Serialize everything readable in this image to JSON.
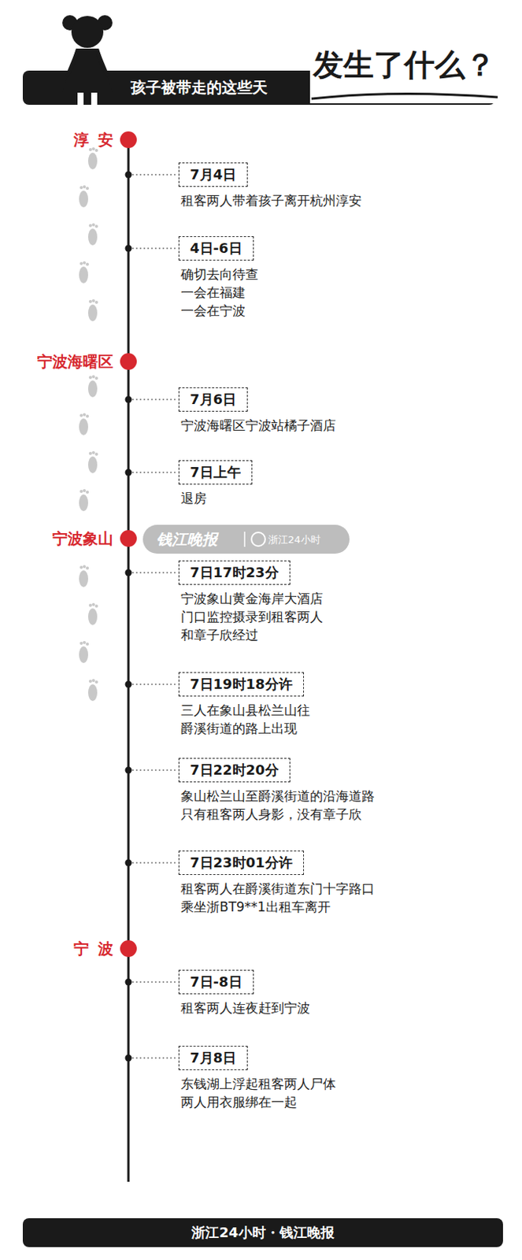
{
  "diagram": {
    "title": "孩子被带走的这些天",
    "caption": "浙江24小时・钱江晚报",
    "nodes": [
      {
        "text": [
          "7月4日",
          "租客两人带着孩子离开杭州淳安"
        ]
      },
      {
        "text": [
          "4日-6日",
          "确切去向待查 一会在福建 一会在宁波"
        ]
      },
      {
        "text": [
          "7月6日",
          "宁波海曙区宁波站橘子酒店"
        ]
      },
      {
        "text": [
          "7日上午",
          "退房"
        ]
      },
      {
        "text": [
          "7日17时23分",
          "宁波象山黄金海岸大酒店 门口监控摄录到租客两人 和章子欣经过"
        ]
      },
      {
        "text": [
          "7日19时18分许",
          "三人在象山县松兰山往 爵溪街道的路上出现"
        ]
      },
      {
        "text": [
          "7日22时20分",
          "象山松兰山至爵溪街道的沿海道路 只有租客两人身影，没有章子欣"
        ]
      },
      {
        "text": [
          "7日23时01分许",
          "租客两人在爵溪街道东门十字路口 乘坐浙BT9**1出租车离开"
        ]
      },
      {
        "text": [
          "7日-8日",
          "租客两人连夜赶到宁波"
        ]
      },
      {
        "text": [
          "7月8日",
          "东钱湖上浮起租客两人尸体 两人用衣服绑在一起"
        ]
      }
    ],
    "labels": [
      "发生了什么？",
      "淳安",
      "宁波海曙区",
      "宁波象山",
      "宁波",
      "钱江晚报",
      "浙江24小时"
    ]
  }
}
